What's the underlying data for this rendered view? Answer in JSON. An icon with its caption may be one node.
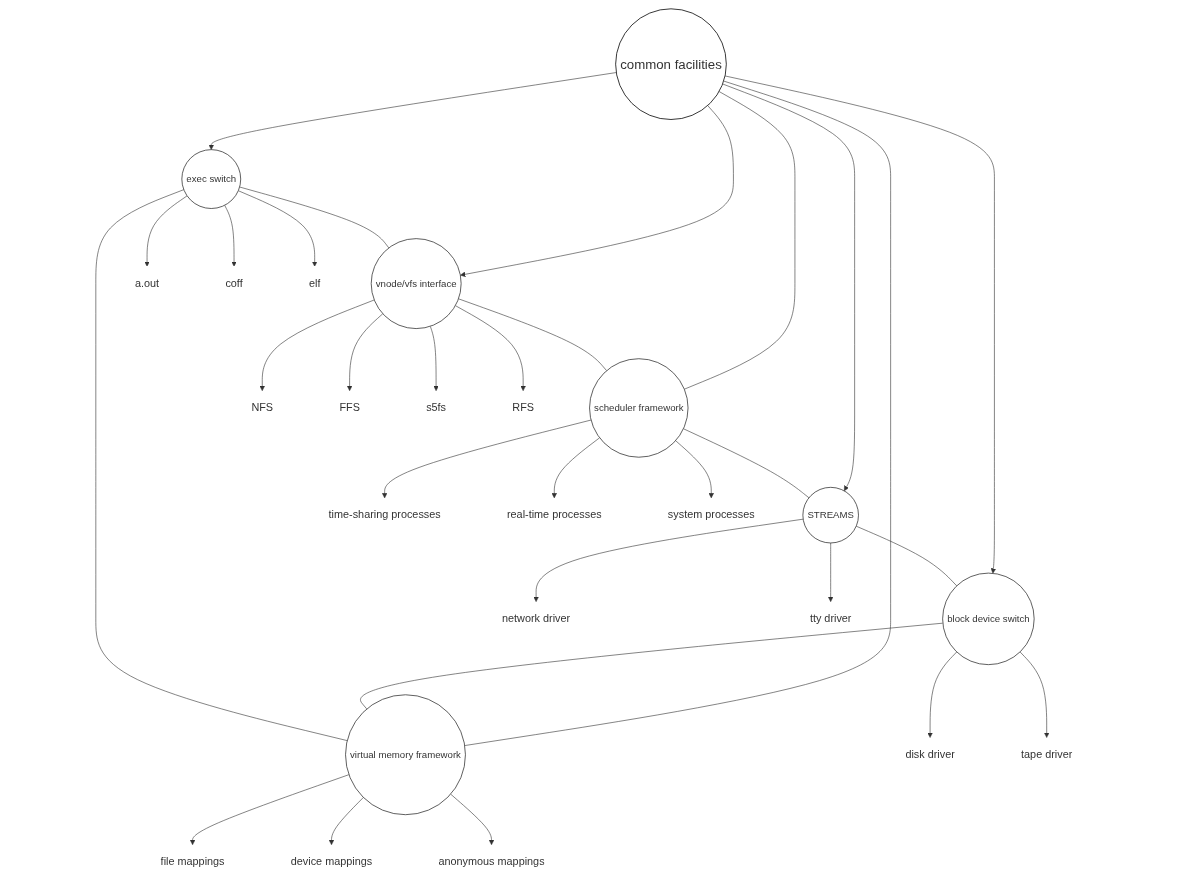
{
  "diagram": {
    "nodes": [
      {
        "text": [
          "common facilities"
        ]
      },
      {
        "text": [
          "exec switch"
        ]
      },
      {
        "text": [
          "vnode/vfs interface"
        ]
      },
      {
        "text": [
          "scheduler framework"
        ]
      },
      {
        "text": [
          "STREAMS"
        ]
      },
      {
        "text": [
          "block device switch"
        ]
      },
      {
        "text": [
          "virtual memory framework"
        ]
      },
      {
        "text": [
          "a.out"
        ]
      },
      {
        "text": [
          "coff"
        ]
      },
      {
        "text": [
          "elf"
        ]
      },
      {
        "text": [
          "NFS"
        ]
      },
      {
        "text": [
          "FFS"
        ]
      },
      {
        "text": [
          "s5fs"
        ]
      },
      {
        "text": [
          "RFS"
        ]
      },
      {
        "text": [
          "time-sharing processes"
        ]
      },
      {
        "text": [
          "real-time processes"
        ]
      },
      {
        "text": [
          "system processes"
        ]
      },
      {
        "text": [
          "network driver"
        ]
      },
      {
        "text": [
          "tty driver"
        ]
      },
      {
        "text": [
          "disk driver"
        ]
      },
      {
        "text": [
          "tape driver"
        ]
      },
      {
        "text": [
          "file mappings"
        ]
      },
      {
        "text": [
          "device mappings"
        ]
      },
      {
        "text": [
          "anonymous mappings"
        ]
      }
    ],
    "edges": [
      {
        "from": 0,
        "to": 1,
        "arrow": "to"
      },
      {
        "from": 0,
        "to": 2,
        "arrow": "to"
      },
      {
        "from": 0,
        "to": 3,
        "arrow": "none"
      },
      {
        "from": 0,
        "to": 4,
        "arrow": "to"
      },
      {
        "from": 0,
        "to": 5,
        "arrow": "to"
      },
      {
        "from": 0,
        "to": 6,
        "arrow": "none"
      },
      {
        "from": 1,
        "to": 2,
        "arrow": "none"
      },
      {
        "from": 2,
        "to": 3,
        "arrow": "none"
      },
      {
        "from": 3,
        "to": 4,
        "arrow": "none"
      },
      {
        "from": 4,
        "to": 5,
        "arrow": "none"
      },
      {
        "from": 5,
        "to": 6,
        "arrow": "none"
      },
      {
        "from": 6,
        "to": 1,
        "arrow": "none"
      },
      {
        "from": 1,
        "to": 7,
        "arrow": "to"
      },
      {
        "from": 1,
        "to": 8,
        "arrow": "to"
      },
      {
        "from": 1,
        "to": 9,
        "arrow": "to"
      },
      {
        "from": 2,
        "to": 10,
        "arrow": "to"
      },
      {
        "from": 2,
        "to": 11,
        "arrow": "to"
      },
      {
        "from": 2,
        "to": 12,
        "arrow": "to"
      },
      {
        "from": 2,
        "to": 13,
        "arrow": "to"
      },
      {
        "from": 3,
        "to": 14,
        "arrow": "to"
      },
      {
        "from": 3,
        "to": 15,
        "arrow": "to"
      },
      {
        "from": 3,
        "to": 16,
        "arrow": "to"
      },
      {
        "from": 4,
        "to": 17,
        "arrow": "to"
      },
      {
        "from": 4,
        "to": 18,
        "arrow": "to"
      },
      {
        "from": 5,
        "to": 19,
        "arrow": "to"
      },
      {
        "from": 5,
        "to": 20,
        "arrow": "to"
      },
      {
        "from": 6,
        "to": 21,
        "arrow": "to"
      },
      {
        "from": 6,
        "to": 22,
        "arrow": "to"
      },
      {
        "from": 6,
        "to": 23,
        "arrow": "to"
      }
    ]
  }
}
